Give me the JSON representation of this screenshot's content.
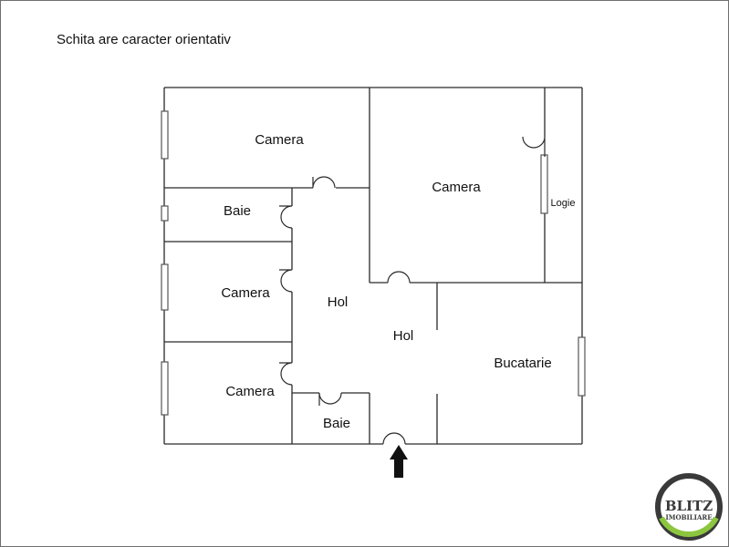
{
  "header": {
    "note": "Schita are caracter orientativ"
  },
  "rooms": {
    "camera_top_left": "Camera",
    "baie_upper": "Baie",
    "camera_mid_left": "Camera",
    "camera_bottom_left": "Camera",
    "baie_lower": "Baie",
    "hol_left": "Hol",
    "hol_center": "Hol",
    "camera_top_right": "Camera",
    "logie": "Logie",
    "bucatarie": "Bucatarie"
  },
  "logo": {
    "brand": "BLITZ",
    "tagline": "IMOBILIARE",
    "accent": "#8cc63f"
  },
  "colors": {
    "wall": "#2a2a2a",
    "window": "#555555"
  }
}
